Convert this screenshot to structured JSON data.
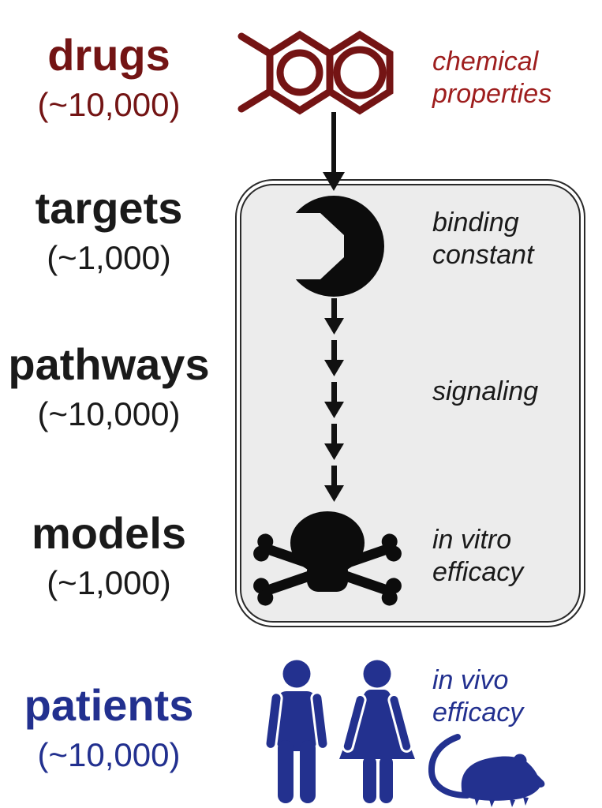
{
  "figure": {
    "rows": [
      {
        "id": "drugs",
        "label": "drugs",
        "count": "(~10,000)",
        "annotation_line1": "chemical",
        "annotation_line2": "properties",
        "icon": "molecule-icon",
        "color": "#731414",
        "annotation_color": "#9e1e1e"
      },
      {
        "id": "targets",
        "label": "targets",
        "count": "(~1,000)",
        "annotation_line1": "binding",
        "annotation_line2": "constant",
        "icon": "binding-pocket-icon",
        "color": "#1a1a1a",
        "annotation_color": "#1a1a1a"
      },
      {
        "id": "pathways",
        "label": "pathways",
        "count": "(~10,000)",
        "annotation_line1": "signaling",
        "annotation_line2": "",
        "icon": "dashed-arrows-icon",
        "color": "#1a1a1a",
        "annotation_color": "#1a1a1a"
      },
      {
        "id": "models",
        "label": "models",
        "count": "(~1,000)",
        "annotation_line1": "in vitro",
        "annotation_line2": "efficacy",
        "icon": "skull-crossbones-icon",
        "color": "#1a1a1a",
        "annotation_color": "#1a1a1a"
      },
      {
        "id": "patients",
        "label": "patients",
        "count": "(~10,000)",
        "annotation_line1": "in vivo",
        "annotation_line2": "efficacy",
        "icon": "man-icon, woman-icon, mouse-icon",
        "color": "#22308f",
        "annotation_color": "#22308f"
      }
    ],
    "icons": [
      "molecule-icon",
      "down-arrow-icon",
      "binding-pocket-icon",
      "dashed-arrows-icon",
      "skull-crossbones-icon",
      "man-icon",
      "woman-icon",
      "mouse-icon"
    ],
    "palette": {
      "background": "#ffffff",
      "drugs_red": "#731414",
      "annotation_red": "#9e1e1e",
      "ink_black": "#1a1a1a",
      "patients_blue": "#22308f",
      "box_fill": "#ececec",
      "box_border": "#2a2a2a"
    }
  }
}
